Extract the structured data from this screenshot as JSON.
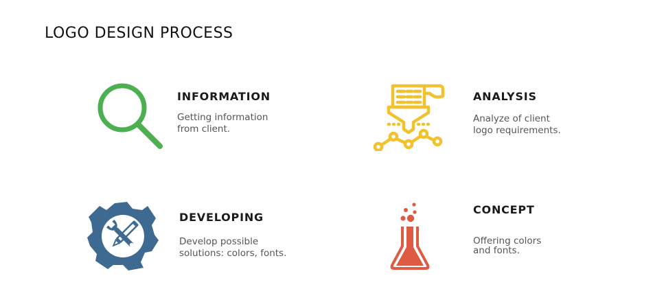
{
  "header": {
    "title": "LOGO DESIGN PROCESS"
  },
  "steps": [
    {
      "id": "information",
      "icon": "search-icon",
      "color": "#4caf50",
      "title": "INFORMATION",
      "desc_line1": "Getting information",
      "desc_line2": "from client."
    },
    {
      "id": "analysis",
      "icon": "data-funnel-icon",
      "color": "#f2c12e",
      "title": "ANALYSIS",
      "desc_line1": "Analyze of client",
      "desc_line2": "logo requirements."
    },
    {
      "id": "developing",
      "icon": "gear-tools-icon",
      "color": "#3e6a91",
      "title": "DEVELOPING",
      "desc_line1": "Develop possible",
      "desc_line2": "solutions: colors, fonts."
    },
    {
      "id": "concept",
      "icon": "flask-icon",
      "color": "#de5a43",
      "title": "CONCEPT",
      "desc_line1": "Offering colors",
      "desc_line2": "and fonts."
    }
  ]
}
